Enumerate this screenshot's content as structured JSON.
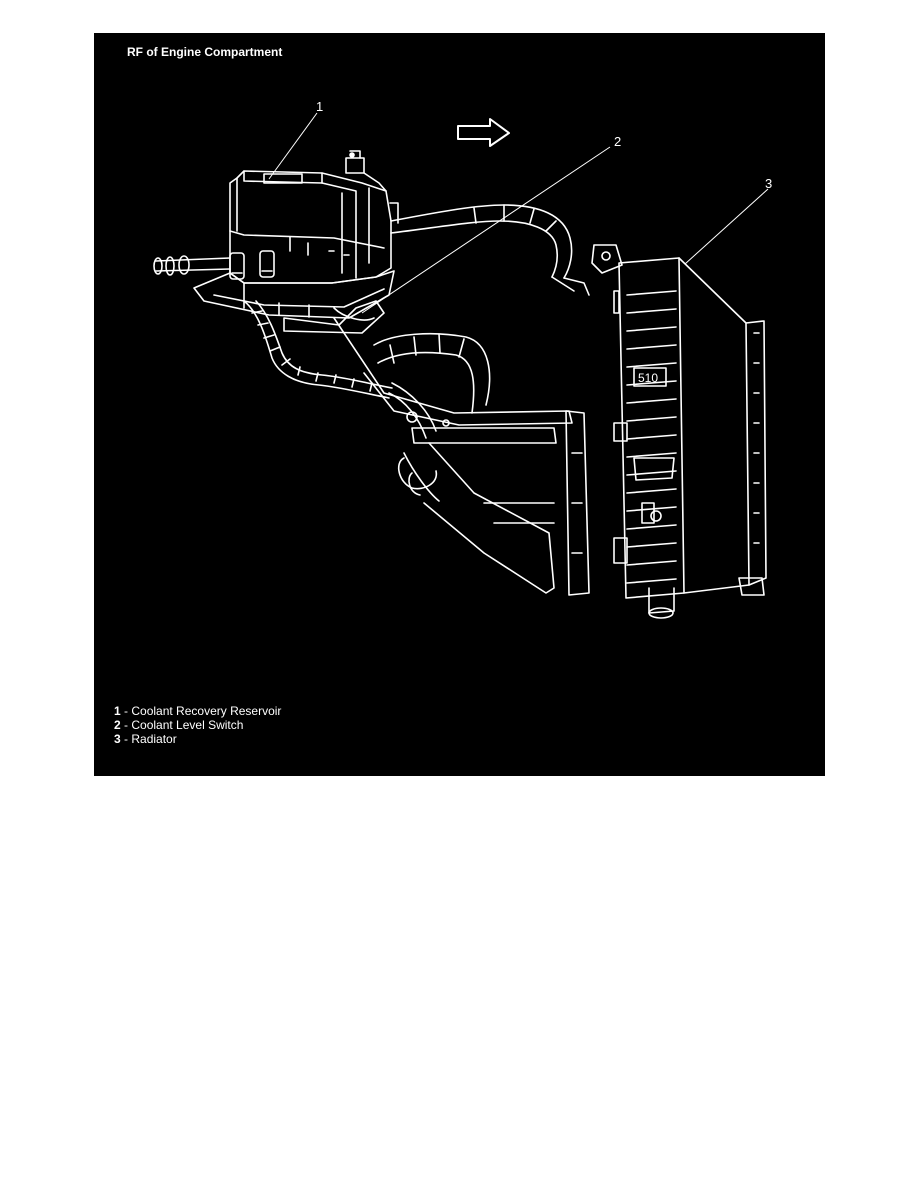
{
  "figure": {
    "title": "RF of Engine Compartment",
    "background_color": "#000000",
    "line_color": "#ffffff",
    "direction_arrow_icon": "right-arrow-icon",
    "radiator_stamp": "510",
    "callouts": [
      {
        "number": "1",
        "label": "Coolant Recovery Reservoir"
      },
      {
        "number": "2",
        "label": "Coolant Level Switch"
      },
      {
        "number": "3",
        "label": "Radiator"
      }
    ],
    "legend_separator": " - "
  }
}
